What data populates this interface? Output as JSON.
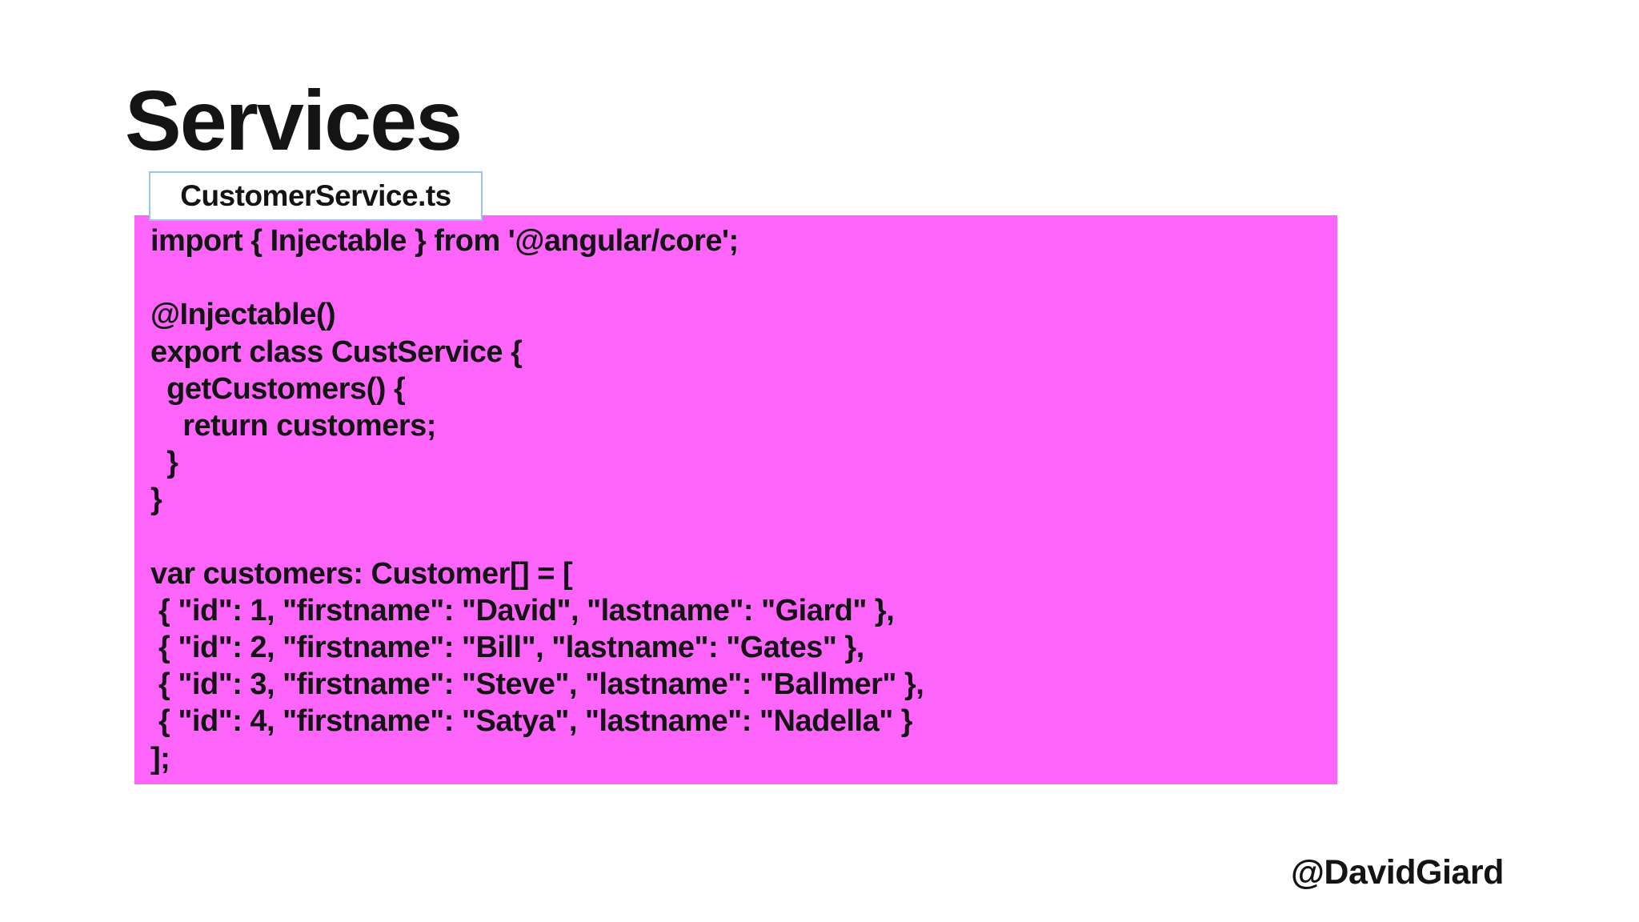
{
  "slide": {
    "title": "Services",
    "file_label": {
      "text": "CustomerService.ts"
    },
    "code": {
      "lines": [
        "import { Injectable } from '@angular/core';",
        "",
        "@Injectable()",
        "export class CustService {",
        "  getCustomers() {",
        "    return customers;",
        "  }",
        "}",
        "",
        "var customers: Customer[] = [",
        " { \"id\": 1, \"firstname\": \"David\", \"lastname\": \"Giard\" },",
        " { \"id\": 2, \"firstname\": \"Bill\", \"lastname\": \"Gates\" },",
        " { \"id\": 3, \"firstname\": \"Steve\", \"lastname\": \"Ballmer\" },",
        " { \"id\": 4, \"firstname\": \"Satya\", \"lastname\": \"Nadella\" }",
        "];"
      ]
    },
    "attribution": "@DavidGiard",
    "colors": {
      "background": "#ffffff",
      "code_block_bg": "#fc64fa",
      "file_label_border": "#9dc3e6",
      "text": "#141414"
    }
  }
}
